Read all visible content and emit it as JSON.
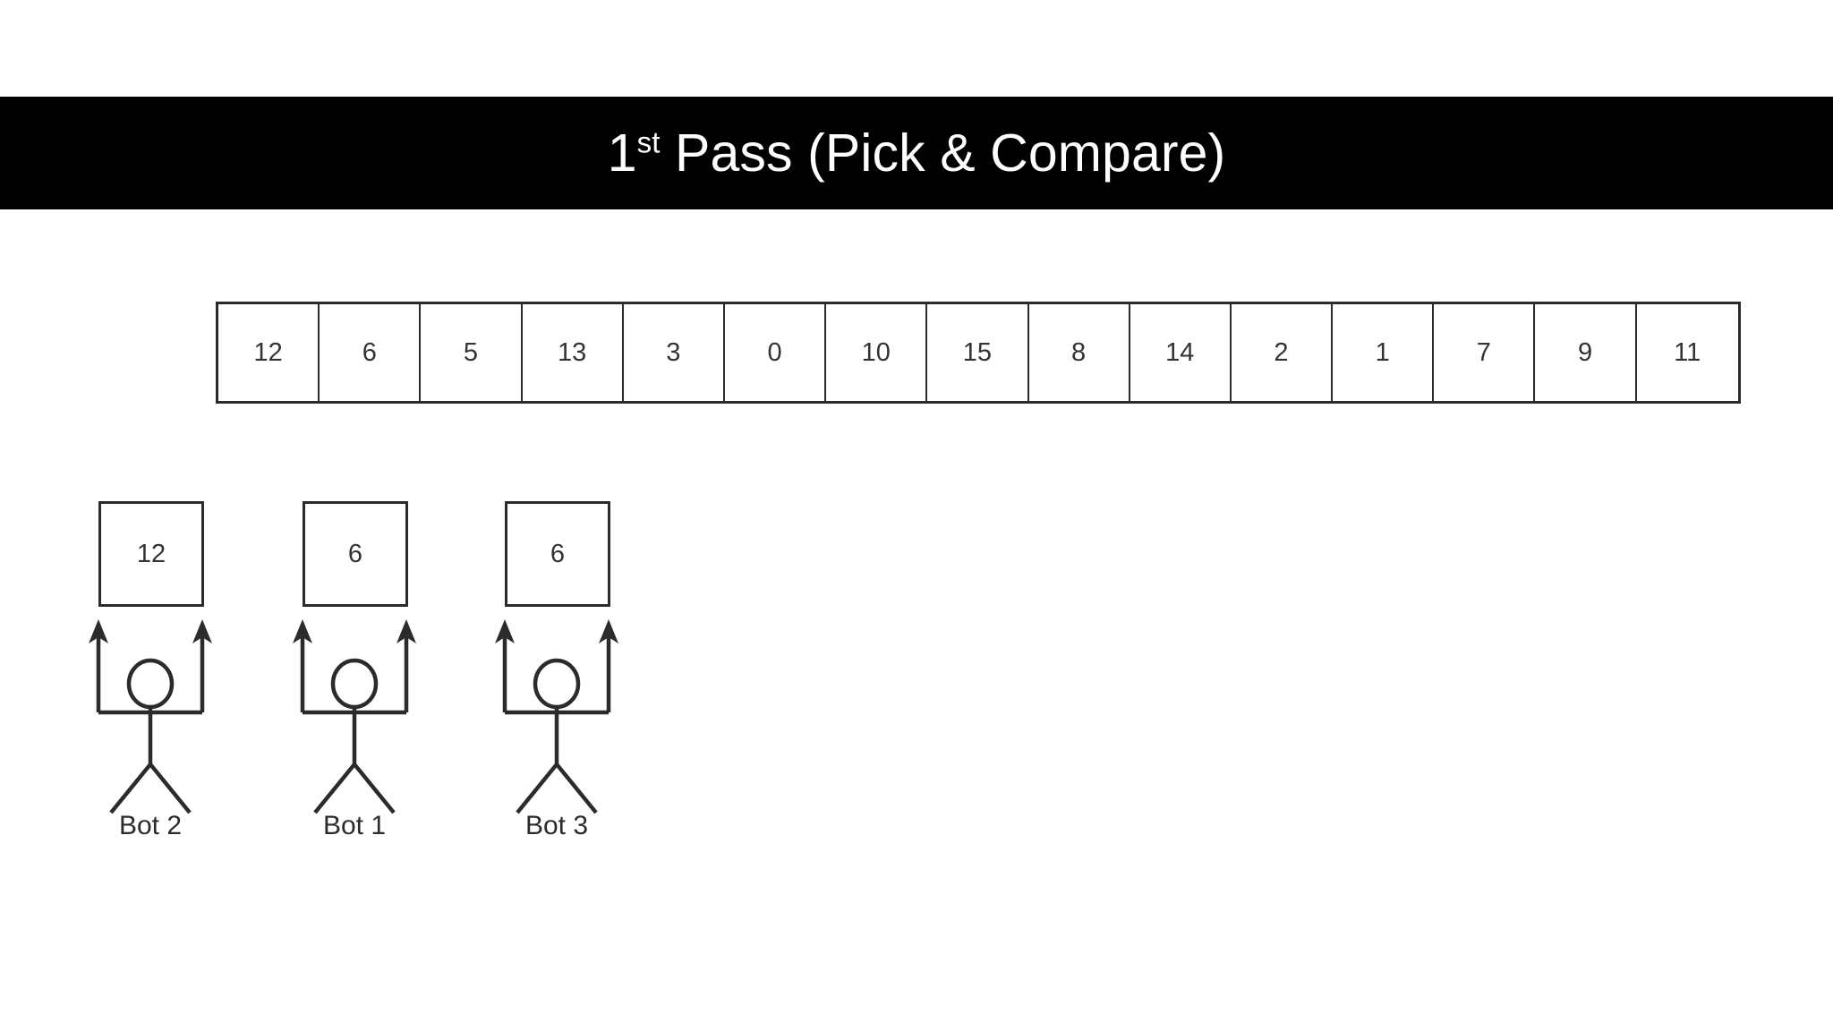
{
  "page": {
    "background_color": "#ffffff",
    "ink_color": "#2b2b2b"
  },
  "title_bar": {
    "background_color": "#000000",
    "text_color": "#ffffff",
    "prefix": "1",
    "ordinal_suffix": "st",
    "rest": " Pass (Pick & Compare)",
    "full_text": "1st Pass (Pick & Compare)"
  },
  "array": {
    "name": "data-array",
    "length": 15,
    "values": [
      "12",
      "6",
      "5",
      "13",
      "3",
      "0",
      "10",
      "15",
      "8",
      "14",
      "2",
      "1",
      "7",
      "9",
      "11"
    ]
  },
  "bots": [
    {
      "label": "Bot 2",
      "held_value": "12",
      "icon": "stick-figure-icon"
    },
    {
      "label": "Bot 1",
      "held_value": "6",
      "icon": "stick-figure-icon"
    },
    {
      "label": "Bot 3",
      "held_value": "6",
      "icon": "stick-figure-icon"
    }
  ]
}
